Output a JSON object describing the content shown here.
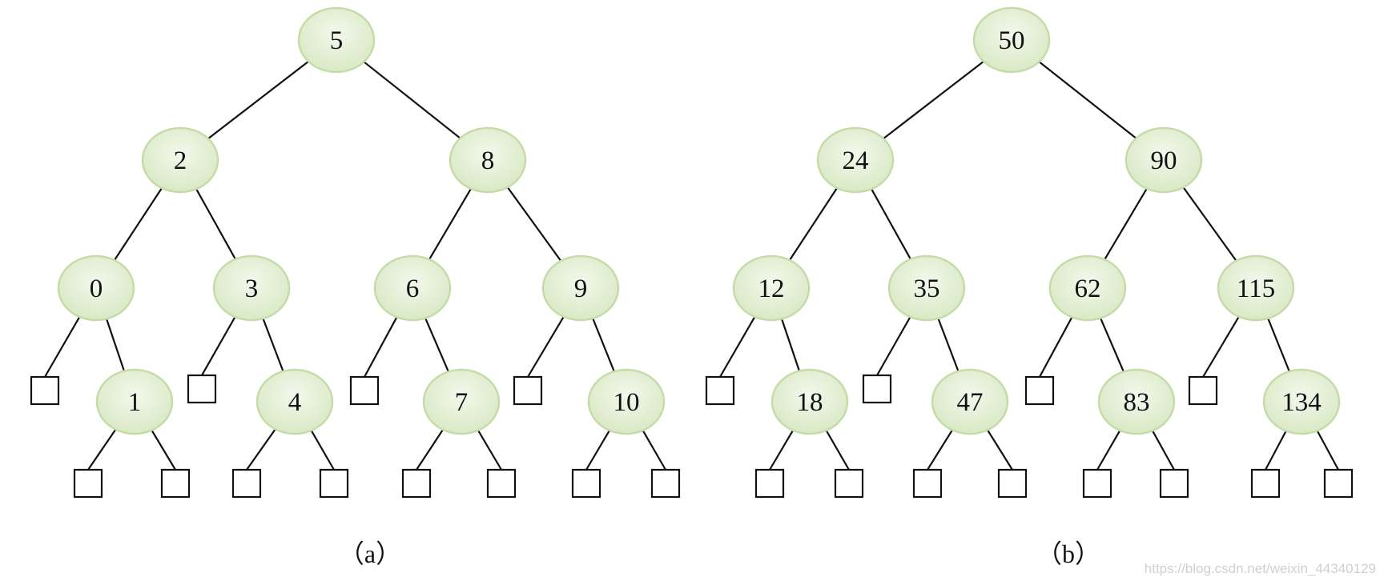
{
  "diagrams": [
    {
      "caption": "（a）",
      "root": {
        "label": "5",
        "left": {
          "label": "2",
          "left": {
            "label": "0",
            "left": null,
            "right": {
              "label": "1",
              "left": null,
              "right": null
            }
          },
          "right": {
            "label": "3",
            "left": null,
            "right": {
              "label": "4",
              "left": null,
              "right": null
            }
          }
        },
        "right": {
          "label": "8",
          "left": {
            "label": "6",
            "left": null,
            "right": {
              "label": "7",
              "left": null,
              "right": null
            }
          },
          "right": {
            "label": "9",
            "left": null,
            "right": {
              "label": "10",
              "left": null,
              "right": null
            }
          }
        }
      }
    },
    {
      "caption": "（b）",
      "root": {
        "label": "50",
        "left": {
          "label": "24",
          "left": {
            "label": "12",
            "left": null,
            "right": {
              "label": "18",
              "left": null,
              "right": null
            }
          },
          "right": {
            "label": "35",
            "left": null,
            "right": {
              "label": "47",
              "left": null,
              "right": null
            }
          }
        },
        "right": {
          "label": "90",
          "left": {
            "label": "62",
            "left": null,
            "right": {
              "label": "83",
              "left": null,
              "right": null
            }
          },
          "right": {
            "label": "115",
            "left": null,
            "right": {
              "label": "134",
              "left": null,
              "right": null
            }
          }
        }
      }
    }
  ],
  "watermark": "https://blog.csdn.net/weixin_44340129",
  "colors": {
    "node_fill_top": "#f3f8ec",
    "node_fill_bottom": "#d7e8c2",
    "node_stroke": "#c6dca8",
    "edge": "#111111"
  }
}
